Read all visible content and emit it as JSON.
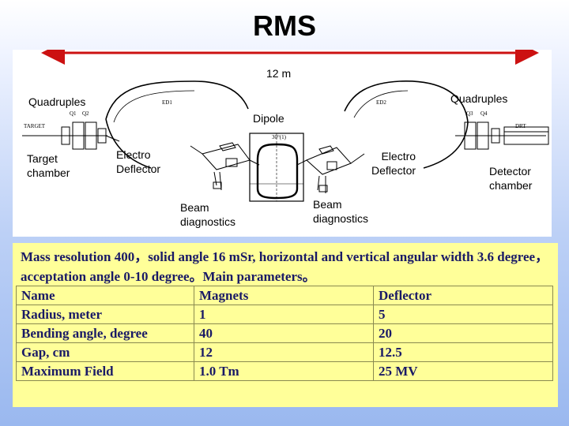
{
  "title": "RMS",
  "diagram": {
    "length_label": "12 m",
    "quadruples_left": "Quadruples",
    "quadruples_right": "Quadruples",
    "dipole": "Dipole",
    "target_chamber": "Target\nchamber",
    "electro_deflector_left": "Electro\nDeflector",
    "electro_deflector_right": "Electro\nDeflector",
    "beam_diag_left": "Beam\ndiagnostics",
    "beam_diag_right": "Beam\ndiagnostics",
    "detector_chamber": "Detector\nchamber",
    "small_labels": {
      "ed_left": "ED1",
      "ed_right": "ED2",
      "target": "TARGET",
      "q1": "Q1",
      "q2": "Q2",
      "q3": "Q3",
      "q4": "Q4",
      "drt": "DRT",
      "dipole_angle": "30°(1)"
    },
    "colors": {
      "arrow": "#cc1111"
    }
  },
  "info": {
    "intro": "Mass resolution 400，solid angle 16 mSr, horizontal and vertical angular width 3.6 degree，acceptation angle 0-10 degree。Main parameters。",
    "table": {
      "headers": [
        "Name",
        "Magnets",
        "Deflector"
      ],
      "rows": [
        [
          "Radius, meter",
          "1",
          "5"
        ],
        [
          "Bending angle, degree",
          "40",
          "20"
        ],
        [
          "Gap, cm",
          "12",
          "12.5"
        ],
        [
          "Maximum Field",
          "1.0 Tm",
          "25 MV"
        ]
      ]
    },
    "colors": {
      "background": "#ffff99",
      "text": "#1a1a66"
    }
  }
}
